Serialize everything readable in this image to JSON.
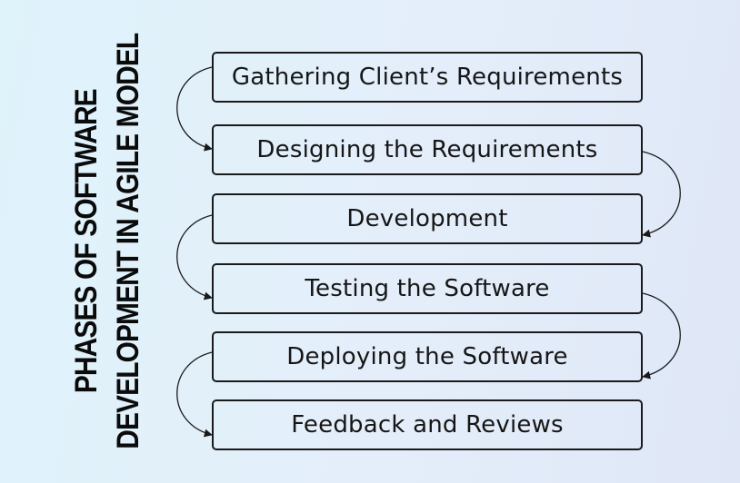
{
  "title": {
    "line1": "PHASES OF SOFTWARE",
    "line2": "DEVELOPMENT IN AGILE MODEL"
  },
  "phases": [
    {
      "label": "Gathering Client’s Requirements"
    },
    {
      "label": "Designing the Requirements"
    },
    {
      "label": "Development"
    },
    {
      "label": "Testing the Software"
    },
    {
      "label": "Deploying the Software"
    },
    {
      "label": "Feedback and Reviews"
    }
  ],
  "colors": {
    "text": "#161616",
    "border": "#1a1a1a",
    "connector": "#1a1a1a"
  }
}
